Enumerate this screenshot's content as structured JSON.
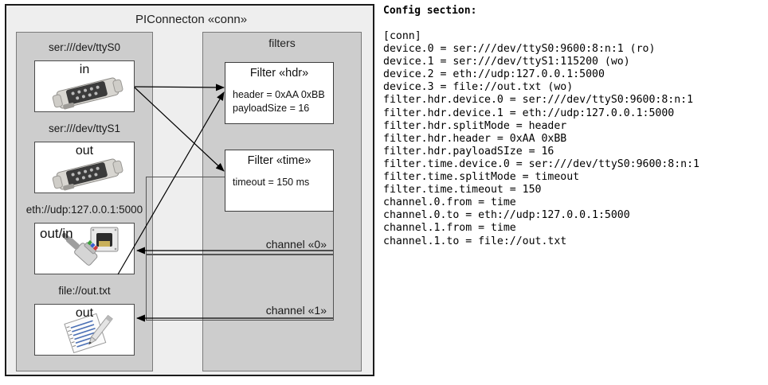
{
  "diagram": {
    "title": "PIConnecton «conn»",
    "devices_panel": {
      "name": "devices",
      "items": [
        {
          "label": "ser:///dev/ttyS0",
          "io": "in",
          "icon": "serial-port-icon"
        },
        {
          "label": "ser:///dev/ttyS1",
          "io": "out",
          "icon": "serial-port-icon"
        },
        {
          "label": "eth://udp:127.0.0.1:5000",
          "io": "out/in",
          "icon": "ethernet-jack-icon"
        },
        {
          "label": "file://out.txt",
          "io": "out",
          "icon": "text-file-icon"
        }
      ]
    },
    "filters_panel": {
      "title": "filters",
      "filters": [
        {
          "title": "Filter «hdr»",
          "props": [
            "header = 0xAA 0xBB",
            "payloadSize = 16"
          ]
        },
        {
          "title": "Filter «time»",
          "props": [
            "timeout = 150 ms"
          ]
        }
      ],
      "channels": [
        {
          "label": "channel «0»"
        },
        {
          "label": "channel «1»"
        }
      ]
    }
  },
  "config": {
    "heading": "Config section:",
    "lines": [
      "[conn]",
      "device.0 = ser:///dev/ttyS0:9600:8:n:1 (ro)",
      "device.1 = ser:///dev/ttyS1:115200 (wo)",
      "device.2 = eth://udp:127.0.0.1:5000",
      "device.3 = file://out.txt (wo)",
      "filter.hdr.device.0 = ser:///dev/ttyS0:9600:8:n:1",
      "filter.hdr.device.1 = eth://udp:127.0.0.1:5000",
      "filter.hdr.splitMode = header",
      "filter.hdr.header = 0xAA 0xBB",
      "filter.hdr.payloadSIze = 16",
      "filter.time.device.0 = ser:///dev/ttyS0:9600:8:n:1",
      "filter.time.splitMode = timeout",
      "filter.time.timeout = 150",
      "channel.0.from = time",
      "channel.0.to = eth://udp:127.0.0.1:5000",
      "channel.1.from = time",
      "channel.1.to = file://out.txt"
    ]
  },
  "colors": {
    "page_background": "#ffffff",
    "outer_fill": "#eeeeee",
    "outer_border": "#1b1b1b",
    "panel_fill": "#cdcdcd",
    "panel_border": "#7a7a7a",
    "card_fill": "#ffffff",
    "card_border": "#4b4b4b",
    "wire": "#000000",
    "channel_border": "#555555",
    "text": "#111111"
  }
}
